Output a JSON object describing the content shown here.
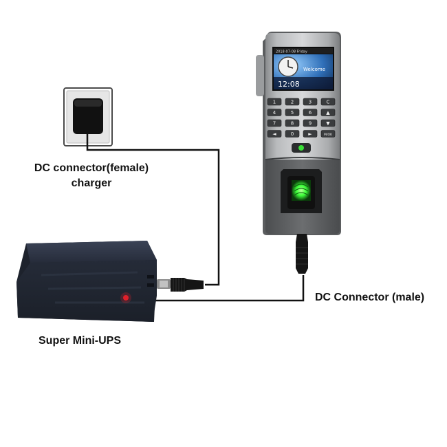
{
  "labels": {
    "charger_line1": "DC connector(female)",
    "charger_line2": "charger",
    "ups": "Super Mini-UPS",
    "male_connector": "DC Connector (male)"
  },
  "device": {
    "status_bar_left": "2018-07-08  Friday",
    "screen_welcome": "Welcome",
    "screen_time": "12:08",
    "keys": [
      "1",
      "2",
      "3",
      "C",
      "4",
      "5",
      "6",
      "▲",
      "7",
      "8",
      "9",
      "▼",
      "◄",
      "0",
      "►",
      "M/OK"
    ]
  },
  "colors": {
    "cable": "#111111",
    "ups_body": "#2a3140",
    "led": "#e0202a",
    "fingerprint_glow": "#3dff3a",
    "device_body": "#6e7072"
  }
}
